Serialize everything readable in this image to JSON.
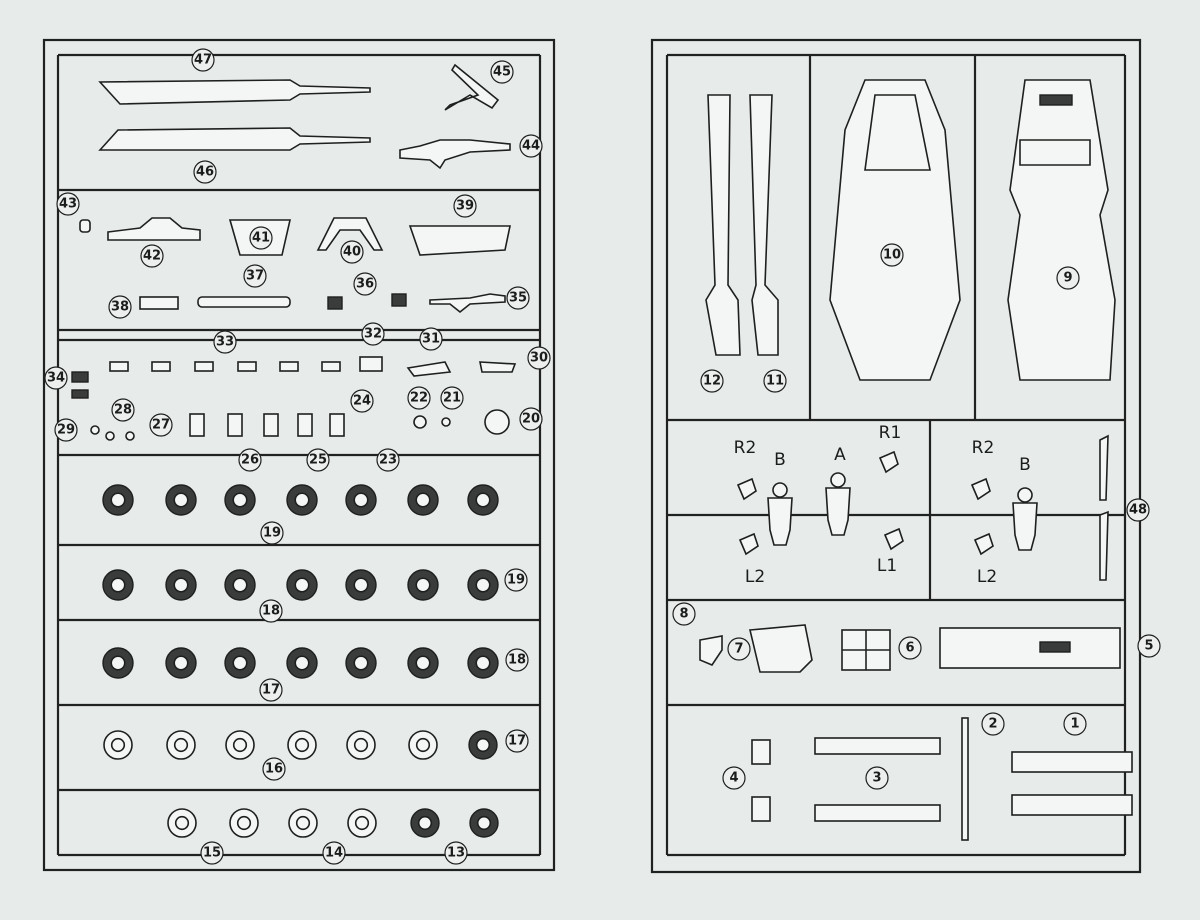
{
  "left_sprue": {
    "numbers": [
      "47",
      "45",
      "46",
      "44",
      "43",
      "42",
      "41",
      "40",
      "39",
      "37",
      "38",
      "36",
      "35",
      "33",
      "32",
      "31",
      "30",
      "34",
      "29",
      "28",
      "27",
      "24",
      "22",
      "21",
      "20",
      "26",
      "25",
      "23",
      "19",
      "19",
      "18",
      "18",
      "17",
      "17",
      "16",
      "15",
      "14",
      "13"
    ]
  },
  "right_sprue": {
    "numbers": [
      "12",
      "11",
      "10",
      "9",
      "48",
      "8",
      "7",
      "6",
      "5",
      "4",
      "3",
      "2",
      "1"
    ],
    "figure_labels": [
      "R2",
      "B",
      "A",
      "R1",
      "L2",
      "L1",
      "R2",
      "B",
      "L2"
    ]
  },
  "colors": {
    "background": "#e7ebe9",
    "ink": "#1e201f"
  }
}
